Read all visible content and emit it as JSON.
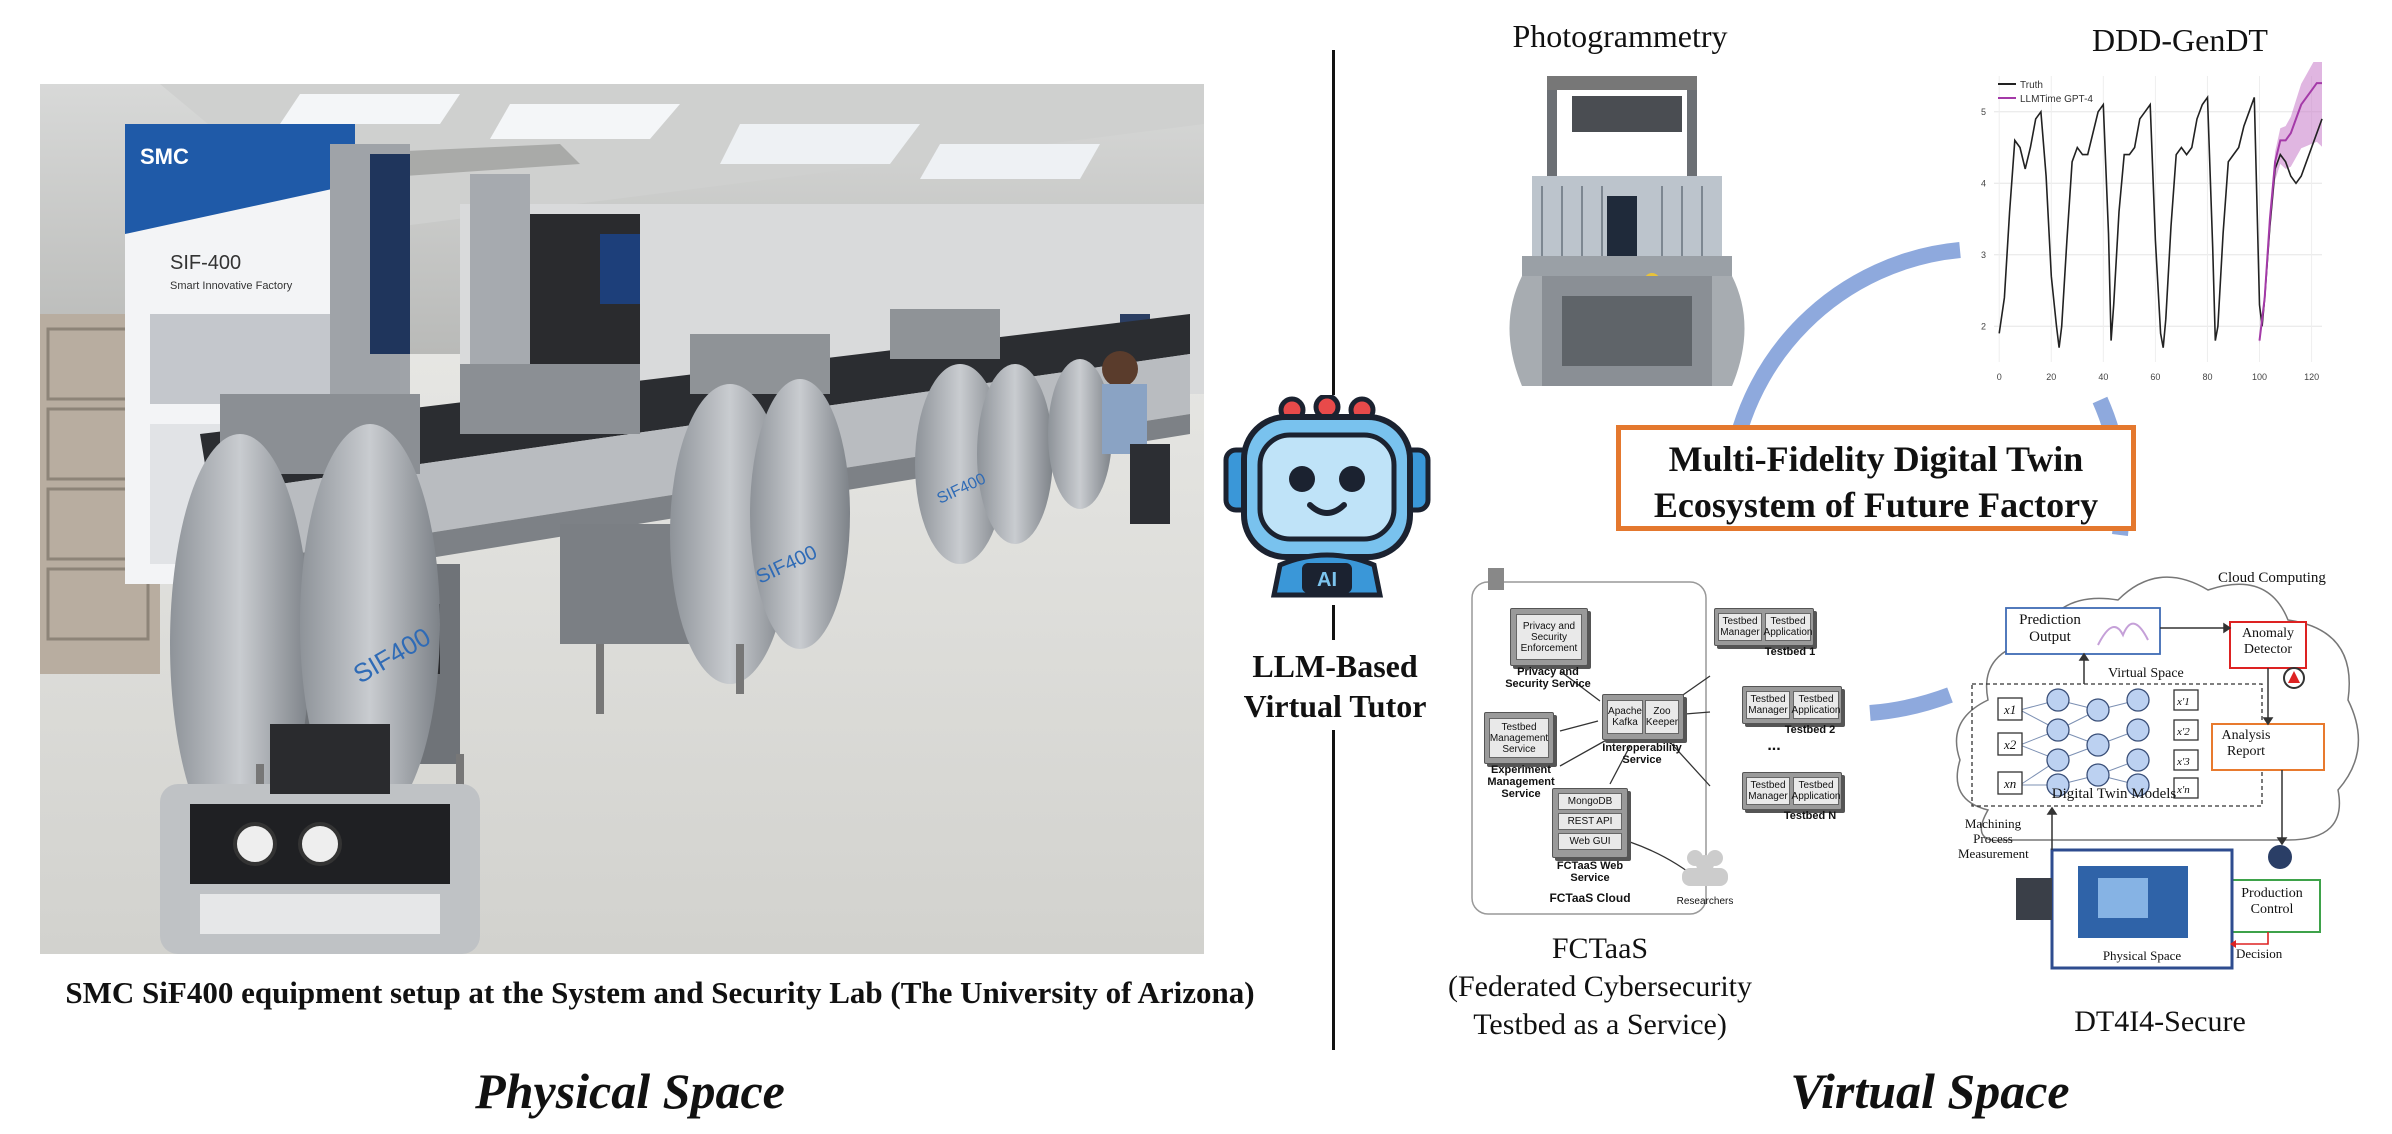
{
  "photo_caption": "SMC SiF400 equipment setup at the System and Security Lab (The University of Arizona)",
  "physical_space_label": "Physical Space",
  "virtual_space_label": "Virtual Space",
  "tutor": {
    "label_line1": "LLM-Based",
    "label_line2": "Virtual Tutor",
    "badge": "AI"
  },
  "photo_text": {
    "brand": "SMC",
    "banner_title": "SIF-400",
    "banner_subtitle": "Smart Innovative Factory",
    "machine_logo": "SIF400"
  },
  "center_title": {
    "line1": "Multi-Fidelity Digital Twin",
    "line2": "Ecosystem of Future Factory"
  },
  "photogrammetry": {
    "title": "Photogrammetry"
  },
  "ddd_gendt": {
    "title": "DDD-GenDT",
    "legend": [
      "Truth",
      "LLMTime GPT-4"
    ],
    "colors": {
      "truth": "#222222",
      "pred": "#a43aa8"
    },
    "chart_data": {
      "type": "line",
      "x_ticks": [
        0,
        20,
        40,
        60,
        80,
        100,
        120
      ],
      "y_ticks": [
        2,
        3,
        4,
        5
      ],
      "xlim": [
        -2,
        124
      ],
      "ylim": [
        1.5,
        5.5
      ],
      "series": [
        {
          "name": "Truth",
          "x": [
            0,
            2,
            4,
            6,
            8,
            10,
            12,
            14,
            16,
            18,
            20,
            22,
            23,
            24,
            26,
            28,
            30,
            32,
            34,
            36,
            38,
            40,
            42,
            43,
            44,
            46,
            48,
            50,
            52,
            54,
            56,
            58,
            60,
            62,
            63,
            64,
            66,
            68,
            70,
            72,
            74,
            76,
            78,
            80,
            82,
            83,
            84,
            86,
            88,
            90,
            92,
            94,
            96,
            98,
            100,
            101,
            102,
            104,
            106,
            108,
            110,
            112,
            114,
            116,
            118,
            120,
            122,
            124
          ],
          "y": [
            1.9,
            2.4,
            3.6,
            4.6,
            4.5,
            4.2,
            4.5,
            4.9,
            5.0,
            4.1,
            2.7,
            2.0,
            1.7,
            2.0,
            3.2,
            4.3,
            4.5,
            4.4,
            4.4,
            4.7,
            5.0,
            5.1,
            3.3,
            1.8,
            2.3,
            3.6,
            4.4,
            4.4,
            4.5,
            4.9,
            5.0,
            5.1,
            3.2,
            1.9,
            1.7,
            2.1,
            3.4,
            4.4,
            4.5,
            4.4,
            4.5,
            4.9,
            5.1,
            5.2,
            3.1,
            1.8,
            2.0,
            3.3,
            4.3,
            4.4,
            4.5,
            4.8,
            5.0,
            5.2,
            2.3,
            2.0,
            2.4,
            3.4,
            4.2,
            4.4,
            4.3,
            4.1,
            4.0,
            4.1,
            4.3,
            4.5,
            4.7,
            4.9
          ]
        },
        {
          "name": "LLMTime GPT-4",
          "x": [
            100,
            102,
            104,
            106,
            108,
            110,
            112,
            114,
            116,
            118,
            120,
            122,
            124
          ],
          "y": [
            1.8,
            2.4,
            3.5,
            4.3,
            4.6,
            4.6,
            4.7,
            4.9,
            5.1,
            5.2,
            5.3,
            5.4,
            5.4
          ]
        }
      ]
    }
  },
  "fctaas": {
    "title_line1": "FCTaaS",
    "title_line2": "(Federated Cybersecurity",
    "title_line3": "Testbed as a Service)",
    "cloud_label": "FCTaaS Cloud",
    "privacy_box": "Privacy and Security Enforcement",
    "privacy_label": "Privacy and Security Service",
    "testbed_mgmt_box": "Testbed Management Service",
    "experiment_label": "Experiment Management Service",
    "kafka": "Apache Kafka",
    "zookeeper": "Zoo Keeper",
    "interop_label": "Interoperability Service",
    "mongodb": "MongoDB",
    "rest_api": "REST API",
    "web_gui": "Web GUI",
    "web_service_label": "FCTaaS Web Service",
    "testbed_manager": "Testbed Manager",
    "testbed_application": "Testbed Application",
    "testbed1": "Testbed 1",
    "testbed2": "Testbed 2",
    "testbedN": "Testbed N",
    "dots": "...",
    "researchers": "Researchers"
  },
  "dt4i4": {
    "title": "DT4I4-Secure",
    "cloud_computing": "Cloud Computing",
    "prediction_output": "Prediction Output",
    "virtual_space": "Virtual Space",
    "anomaly_detector": "Anomaly Detector",
    "analysis_report": "Analysis Report",
    "digital_twin_models": "Digital Twin Models",
    "machining": "Machining Process Measurement",
    "production_control": "Production Control",
    "decision": "Decision",
    "physical_space": "Physical Space",
    "inputs": [
      "x1",
      "x2",
      "xn"
    ],
    "outputs": [
      "x'1",
      "x'2",
      "x'3",
      "x'n"
    ]
  }
}
